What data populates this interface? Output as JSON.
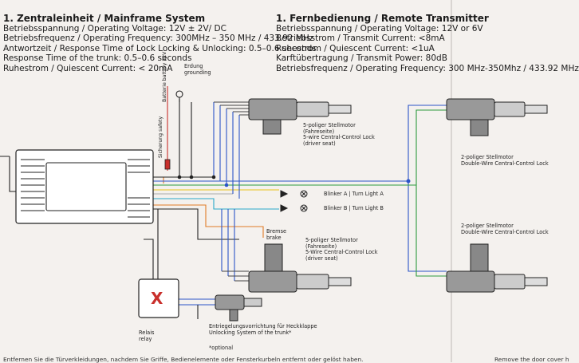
{
  "mainframe": {
    "heading": "1. Zentraleinheit / Mainframe System",
    "lines": [
      "Betriebsspannung / Operating Voltage: 12V ± 2V/ DC",
      "Betriebsfrequenz / Operating Frequency: 300MHz – 350 MHz / 433.92 MHz",
      "Antwortzeit / Response Time of Lock Locking & Unlocking: 0.5–0.6 seconds",
      "Response Time of the trunk: 0.5–0.6 seconds",
      "Ruhestrom / Quiescent Current: < 20mA"
    ]
  },
  "remote": {
    "heading": "1. Fernbedienung / Remote Transmitter",
    "lines": [
      "Betriebsspannung / Operating Voltage: 12V or 6V",
      "Betriebsstrom / Transmit Current: <8mA",
      "Ruhestrom / Quiescent Current: <1uA",
      "Karftübertragung / Transmit Power: 80dB",
      "Betriebsfrequenz / Operating Frequency: 300 MHz-350Mhz / 433.92 MHz"
    ]
  },
  "labels": {
    "battery": "Batterie battery 12V",
    "fuse": "Sicherung safety",
    "ground_de": "Erdung",
    "ground_en": "grounding",
    "motor5_top": [
      "5-poliger Stellmotor",
      "(Fahreseite)",
      "5-wire Central-Control Lock",
      "(driver seat)"
    ],
    "blinker_a": "Blinker A | Turn Light A",
    "blinker_b": "Blinker B | Turn Light B",
    "brake": [
      "Bremse",
      "brake"
    ],
    "motor5_bottom": [
      "5-poliger Stellmotor",
      "(Fahreseite)",
      "5-Wire Central-Control Lock",
      "(driver seat)"
    ],
    "motor2_top": [
      "2-poliger Stellmotor",
      "Double-Wire Central-Control Lock"
    ],
    "motor2_bottom": [
      "2-poliger Stellmotor",
      "Double-Wire Central-Control Lock"
    ],
    "relay": [
      "Relais",
      "relay"
    ],
    "relay_mark": "X",
    "trunk": [
      "Entriegelungsvorrichtung für Heckklappe",
      "Unlocking System of the trunk*"
    ],
    "optional": "*optional"
  },
  "footer": {
    "left": "Entfernen Sie die Türverkleidungen, nachdem Sie Griffe, Bedienelemente oder Fensterkurbeln entfernt oder gelöst haben.",
    "right": "Remove the door cover h"
  },
  "colors": {
    "blue_wire": "#2b55c8",
    "green_wire": "#2e9a3e",
    "yellow_wire": "#e8c21a",
    "orange_wire": "#e07b26",
    "red_wire": "#c9302c",
    "cyan_wire": "#2aa9c9",
    "relay_x": "#c9302c"
  }
}
